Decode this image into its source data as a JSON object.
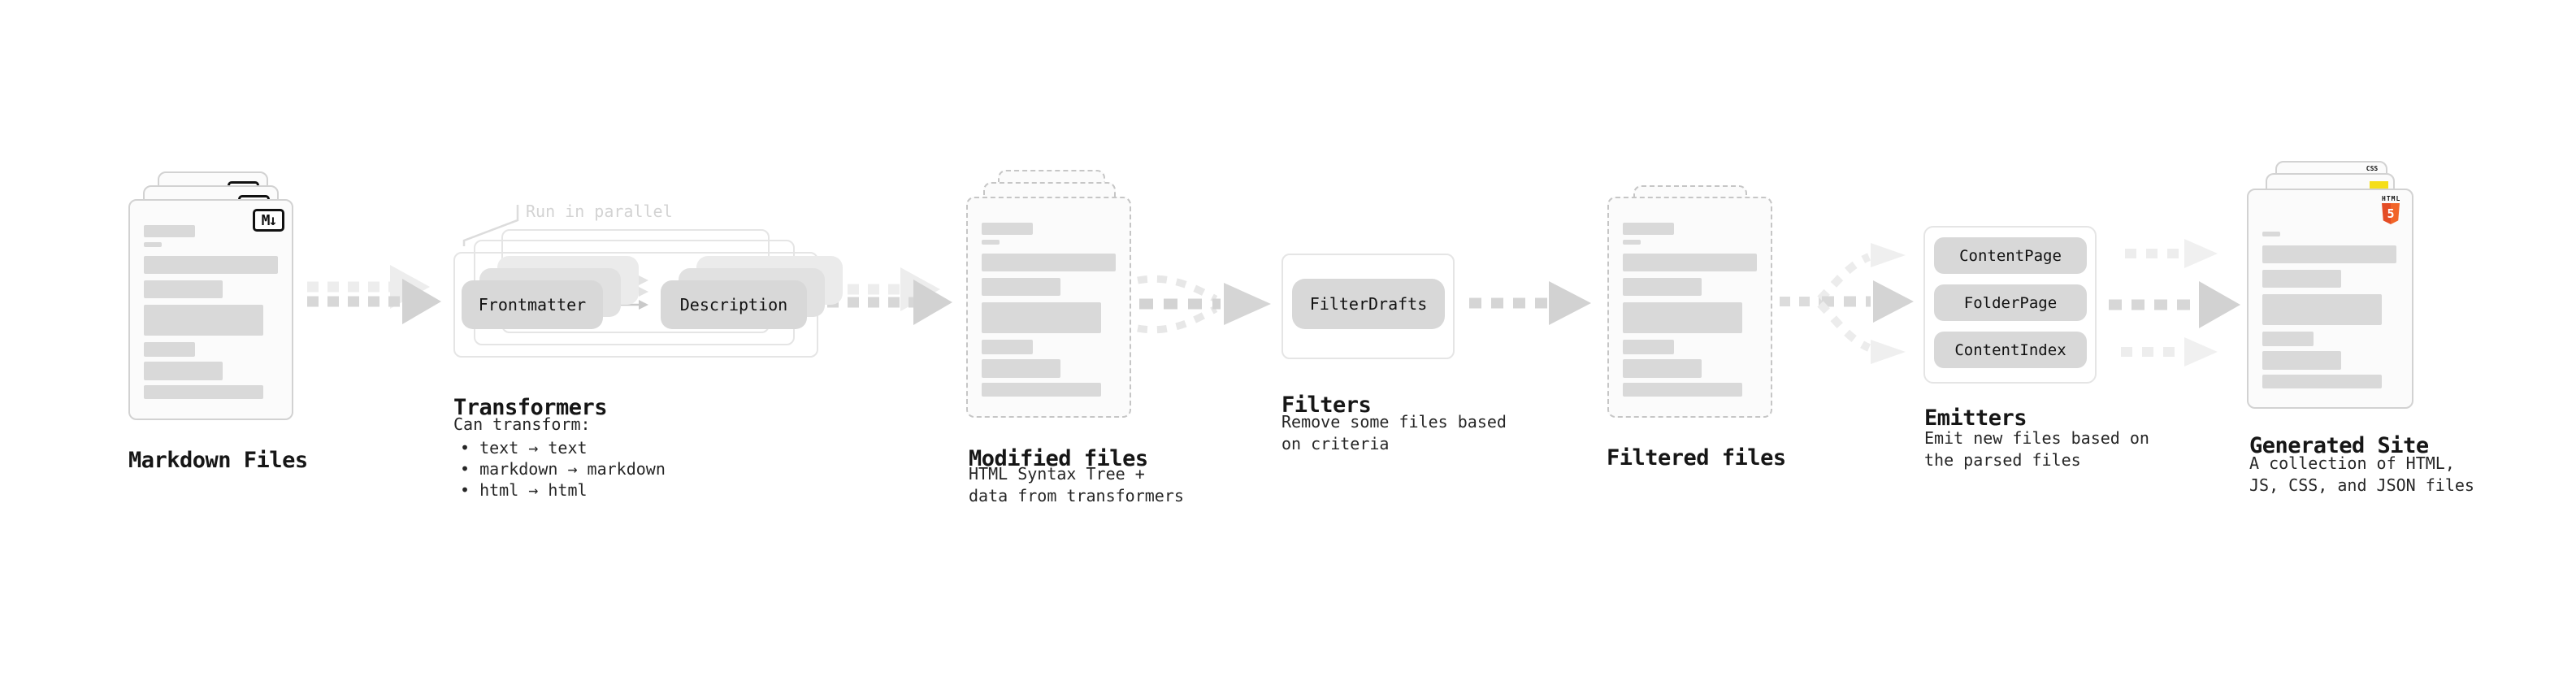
{
  "colors": {
    "js_yellow": "#f5de19",
    "html_orange_dark": "#e44d26",
    "html_orange_light": "#f16529",
    "css_blue": "#2760e6",
    "pill_gray": "#d8d8d8",
    "placeholder_gray": "#d9d9d9"
  },
  "markdown_files": {
    "badge": "M↓",
    "label": "Markdown Files"
  },
  "transformers": {
    "annotation": "Run in parallel",
    "steps": [
      "Frontmatter",
      "Description"
    ],
    "title": "Transformers",
    "note_heading": "Can transform:",
    "bullets": [
      "• text → text",
      "• markdown → markdown",
      "• html → html"
    ]
  },
  "modified_files": {
    "title": "Modified files",
    "subtitle": "HTML Syntax Tree +\ndata from transformers"
  },
  "filters": {
    "step": "FilterDrafts",
    "title": "Filters",
    "subtitle": "Remove some files based\non criteria"
  },
  "filtered_files": {
    "title": "Filtered files"
  },
  "emitters": {
    "steps": [
      "ContentPage",
      "FolderPage",
      "ContentIndex"
    ],
    "title": "Emitters",
    "subtitle": "Emit new files based on\nthe parsed files"
  },
  "generated_site": {
    "badge_css": "CSS",
    "badge_html_label": "HTML",
    "badge_html_number": "5",
    "title": "Generated Site",
    "subtitle": "A collection of HTML,\nJS, CSS, and JSON files"
  }
}
